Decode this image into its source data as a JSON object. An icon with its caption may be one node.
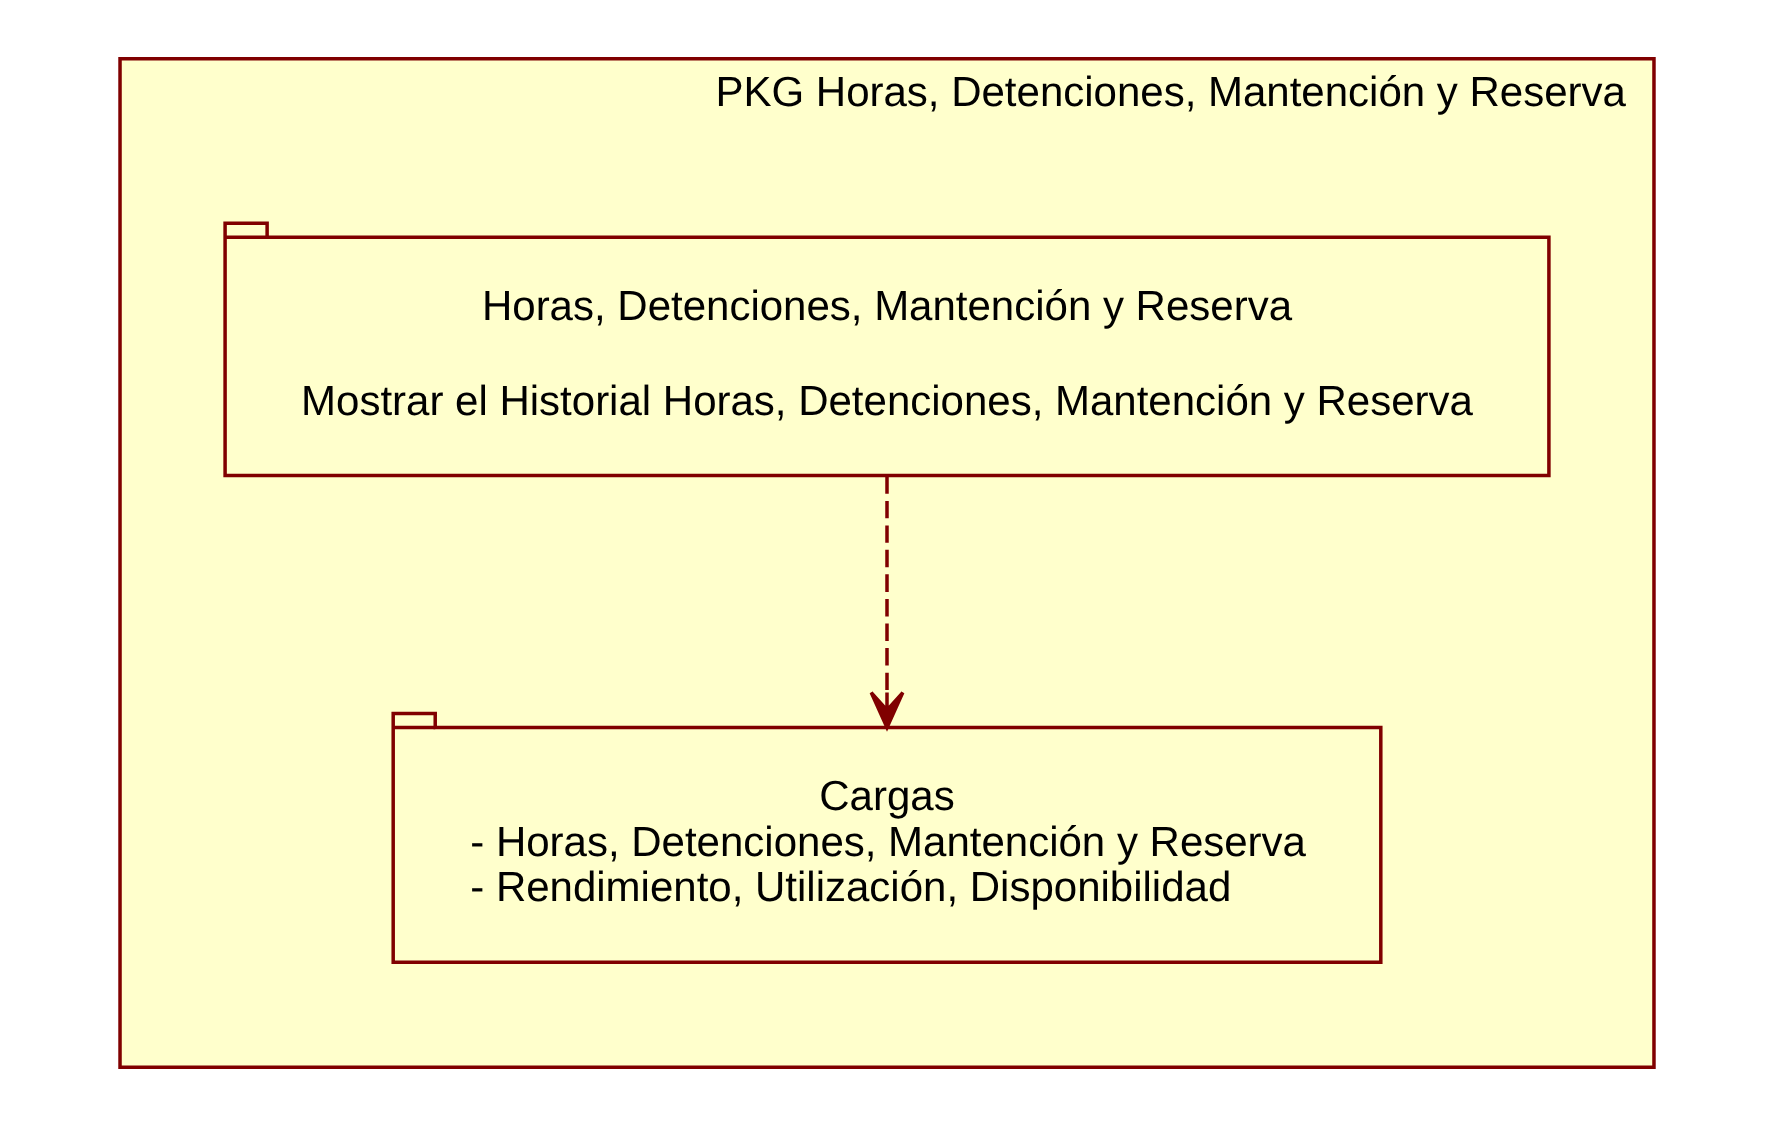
{
  "diagram": {
    "nodes": [
      {
        "text": [
          "PKG Horas, Detenciones, Mantención y Reserva"
        ]
      },
      {
        "text": [
          "Horas, Detenciones, Mantención y Reserva",
          "Mostrar el Historial Horas, Detenciones, Mantención y Reserva"
        ],
        "in": 0
      },
      {
        "text": [
          "Cargas",
          "- Horas, Detenciones, Mantención y Reserva",
          "- Rendimiento, Utilización, Disponibilidad"
        ],
        "in": 0
      }
    ],
    "edges": [
      {
        "from": 1,
        "to": 2,
        "arrow": "to",
        "style": "dashed",
        "color": "#800000"
      }
    ]
  }
}
